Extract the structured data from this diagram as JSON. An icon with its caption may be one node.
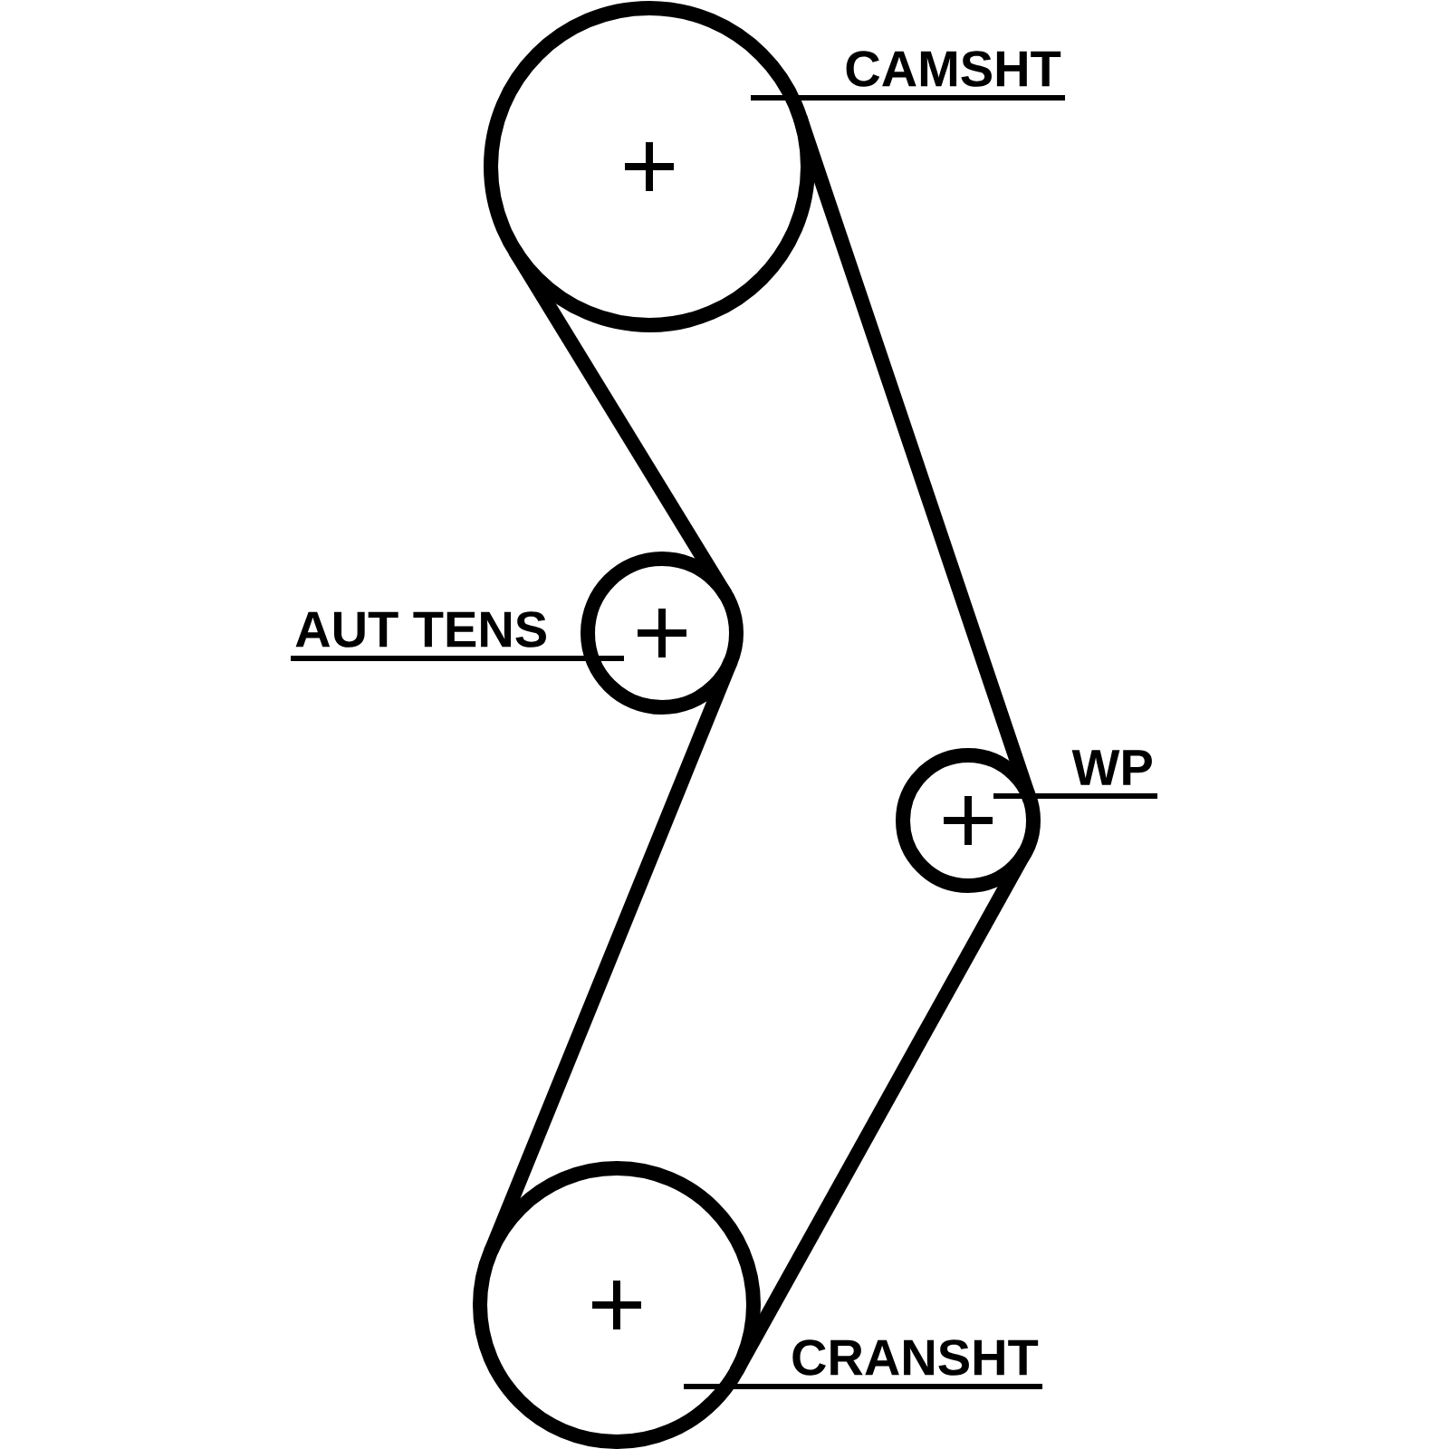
{
  "diagram": {
    "nodes": [
      {
        "text": [],
        "shape": "circle"
      },
      {
        "text": [
          "CAMSHT"
        ]
      },
      {
        "text": [],
        "shape": "circle"
      },
      {
        "text": [
          "AUT TENS"
        ]
      },
      {
        "text": [],
        "shape": "circle"
      },
      {
        "text": [
          "WP"
        ]
      },
      {
        "text": [],
        "shape": "circle"
      },
      {
        "text": [
          "CRANSHT"
        ]
      }
    ],
    "edges": [
      {
        "from": 1,
        "to": 0,
        "arrow": "none"
      },
      {
        "from": 3,
        "to": 2,
        "arrow": "none"
      },
      {
        "from": 5,
        "to": 4,
        "arrow": "none"
      },
      {
        "from": 7,
        "to": 6,
        "arrow": "none"
      },
      {
        "from": 0,
        "to": 4,
        "arrow": "none",
        "style": "thick"
      },
      {
        "from": 4,
        "to": 6,
        "arrow": "none",
        "style": "thick"
      },
      {
        "from": 6,
        "to": 2,
        "arrow": "none",
        "style": "thick"
      },
      {
        "from": 2,
        "to": 0,
        "arrow": "none",
        "style": "thick"
      }
    ]
  }
}
